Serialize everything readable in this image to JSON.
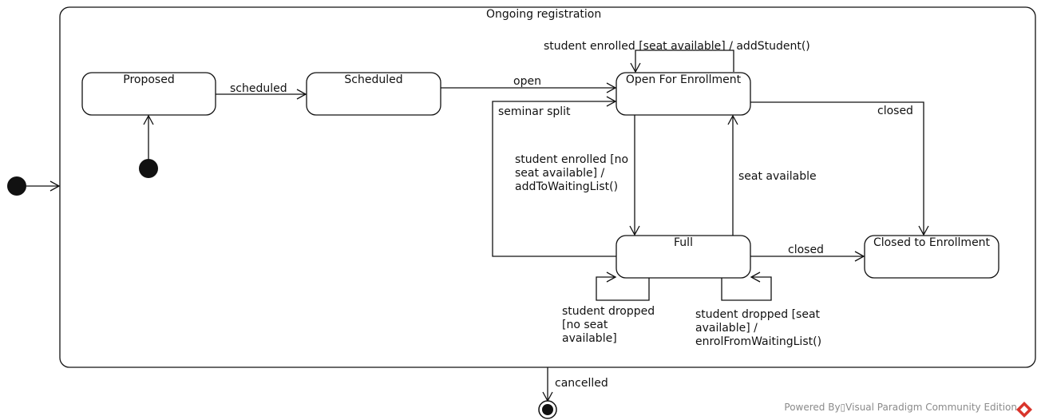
{
  "diagram": {
    "composite_state": "Ongoing registration",
    "states": {
      "proposed": "Proposed",
      "scheduled": "Scheduled",
      "open": "Open For Enrollment",
      "full": "Full",
      "closed": "Closed to Enrollment"
    },
    "transitions": {
      "scheduled": "scheduled",
      "open": "open",
      "self_open": "student enrolled [seat available] / addStudent()",
      "seminar_split": "seminar split",
      "closed_from_open": "closed",
      "to_full": "student enrolled [no seat available] / addToWaitingList()",
      "seat_available": "seat available",
      "closed_from_full": "closed",
      "dropped_no_seat": "student dropped [no seat available]",
      "dropped_seat": "student dropped [seat available] / enrolFromWaitingList()",
      "cancelled": "cancelled"
    },
    "footer": "Powered By▯Visual Paradigm Community Edition"
  },
  "colors": {
    "line": "#111111",
    "watermark": "#8a8a8a",
    "logo": "#d9342b"
  }
}
